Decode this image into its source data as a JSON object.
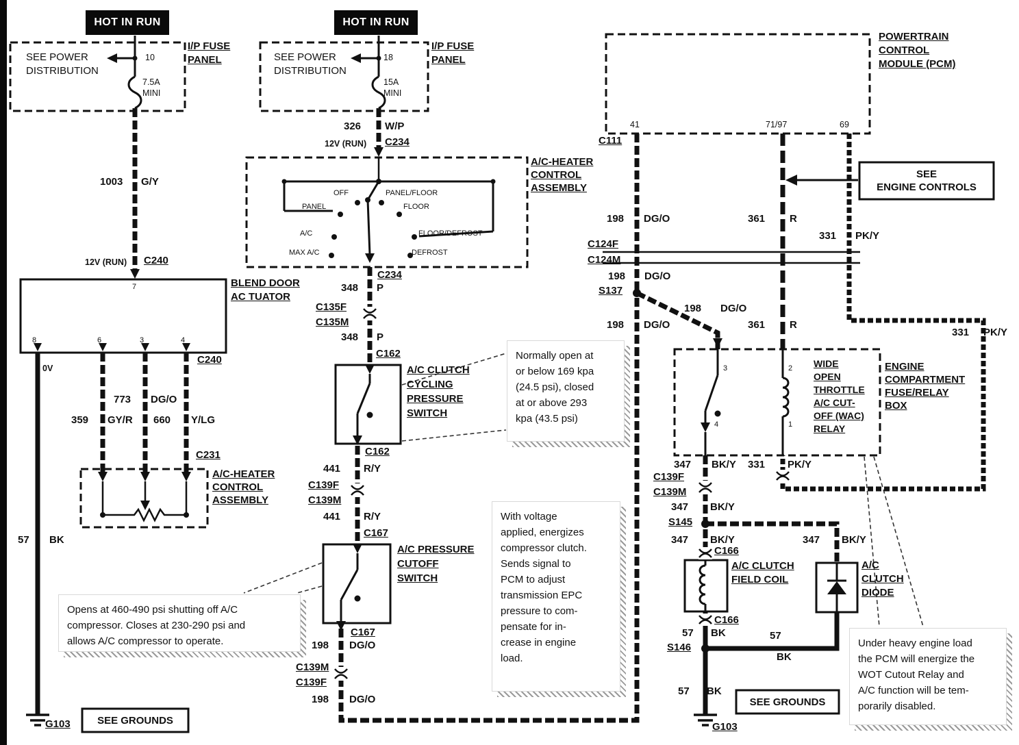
{
  "palette": {
    "ink": "#111111",
    "paper": "#ffffff",
    "shadow": "#9a9a9a"
  },
  "left": {
    "hot_in_run": "HOT IN RUN",
    "power_dist": "SEE POWER DISTRIBUTION",
    "fuse_pin": "10",
    "fuse_rating": "7.5A",
    "fuse_size": "MINI",
    "fuse_panel": [
      "I/P FUSE",
      "PANEL"
    ],
    "w1003": [
      "1003",
      "G/Y"
    ],
    "v12": "12V (RUN)",
    "c240_top": "C240",
    "actuator": [
      "BLEND DOOR",
      "AC TUATOR"
    ],
    "pin7": "7",
    "pin8": "8",
    "pin6": "6",
    "pin3": "3",
    "pin4": "4",
    "c240_bot": "C240",
    "v0": "0V",
    "w773": [
      "773",
      "DG/O"
    ],
    "w359": [
      "359",
      "GY/R"
    ],
    "w660": [
      "660",
      "Y/LG"
    ],
    "c231": "C231",
    "assembly": [
      "A/C-HEATER",
      "CONTROL",
      "ASSEMBLY"
    ],
    "w57": [
      "57",
      "BK"
    ],
    "see_grounds": "SEE GROUNDS",
    "g103": "G103"
  },
  "center": {
    "hot_in_run": "HOT IN RUN",
    "power_dist": "SEE POWER DISTRIBUTION",
    "fuse_pin": "18",
    "fuse_rating": "15A",
    "fuse_size": "MINI",
    "fuse_panel": [
      "I/P FUSE",
      "PANEL"
    ],
    "w326": [
      "326",
      "W/P"
    ],
    "v12": "12V (RUN)",
    "c234_top": "C234",
    "assembly": [
      "A/C-HEATER",
      "CONTROL",
      "ASSEMBLY"
    ],
    "positions": {
      "off": "OFF",
      "panel": "PANEL",
      "ac": "A/C",
      "max_ac": "MAX A/C",
      "panel_floor": "PANEL/FLOOR",
      "floor": "FLOOR",
      "floor_defrost": "FLOOR/DEFROST",
      "defrost": "DEFROST"
    },
    "c234_bot": "C234",
    "w348a": [
      "348",
      "P"
    ],
    "c135f": "C135F",
    "c135m": "C135M",
    "w348b": [
      "348",
      "P"
    ],
    "c162_top": "C162",
    "cycling_switch": [
      "A/C CLUTCH",
      "CYCLING",
      "PRESSURE",
      "SWITCH"
    ],
    "c162_bot": "C162",
    "w441a": [
      "441",
      "R/Y"
    ],
    "c139f": "C139F",
    "c139m": "C139M",
    "w441b": [
      "441",
      "R/Y"
    ],
    "c167_top": "C167",
    "cutoff_switch": [
      "A/C PRESSURE",
      "CUTOFF",
      "SWITCH"
    ],
    "c167_bot": "C167",
    "w198a": [
      "198",
      "DG/O"
    ],
    "c139m2": "C139M",
    "c139f2": "C139F",
    "w198b": [
      "198",
      "DG/O"
    ]
  },
  "right": {
    "pcm": [
      "POWERTRAIN",
      "CONTROL",
      "MODULE (PCM)"
    ],
    "pin41": "41",
    "pin7197": "71/97",
    "pin69": "69",
    "c111": "C111",
    "see_engine": [
      "SEE",
      "ENGINE CONTROLS"
    ],
    "w198_1": [
      "198",
      "DG/O"
    ],
    "w361_1": [
      "361",
      "R"
    ],
    "w331_1": [
      "331",
      "PK/Y"
    ],
    "c124f": "C124F",
    "c124m": "C124M",
    "w198_2": [
      "198",
      "DG/O"
    ],
    "s137": "S137",
    "w198_3": [
      "198",
      "DG/O"
    ],
    "w198_4": [
      "198",
      "DG/O"
    ],
    "w361_2": [
      "361",
      "R"
    ],
    "w331_2": [
      "331",
      "PK/Y"
    ],
    "pin3": "3",
    "pin2": "2",
    "pin4": "4",
    "pin1": "1",
    "wac_relay": [
      "WIDE",
      "OPEN",
      "THROTTLE",
      "A/C CUT-",
      "OFF (WAC)",
      "RELAY"
    ],
    "engine_box": [
      "ENGINE",
      "COMPARTMENT",
      "FUSE/RELAY",
      "BOX"
    ],
    "w347_1": [
      "347",
      "BK/Y"
    ],
    "w331_3": [
      "331",
      "PK/Y"
    ],
    "c139f": "C139F",
    "c139m": "C139M",
    "w347_2": [
      "347",
      "BK/Y"
    ],
    "s145": "S145",
    "w347_3": [
      "347",
      "BK/Y"
    ],
    "w347_4": [
      "347",
      "BK/Y"
    ],
    "c166_top": "C166",
    "field_coil": [
      "A/C CLUTCH",
      "FIELD COIL"
    ],
    "diode": [
      "A/C",
      "CLUTCH",
      "DIODE"
    ],
    "c166_bot": "C166",
    "w57_1": [
      "57",
      "BK"
    ],
    "s146": "S146",
    "w57_2": [
      "57",
      "BK"
    ],
    "w57_3": [
      "57",
      "BK"
    ],
    "see_grounds": "SEE GROUNDS",
    "g103": "G103"
  },
  "notes": {
    "cycling": "Normally open at\nor below 169 kpa\n(24.5 psi), closed\nat or above 293\nkpa (43.5 psi)",
    "voltage": "With voltage\napplied, energizes\ncompressor clutch.\nSends signal to\nPCM to adjust\ntransmission EPC\npressure to com-\npensate for in-\ncrease in engine\nload.",
    "cutoff": "Opens at 460-490 psi shutting off A/C\ncompressor. Closes at 230-290 psi and\nallows A/C compressor to operate.",
    "wot": "Under heavy engine load\nthe PCM will energize the\nWOT Cutout Relay and\nA/C function will be tem-\nporarily disabled."
  }
}
